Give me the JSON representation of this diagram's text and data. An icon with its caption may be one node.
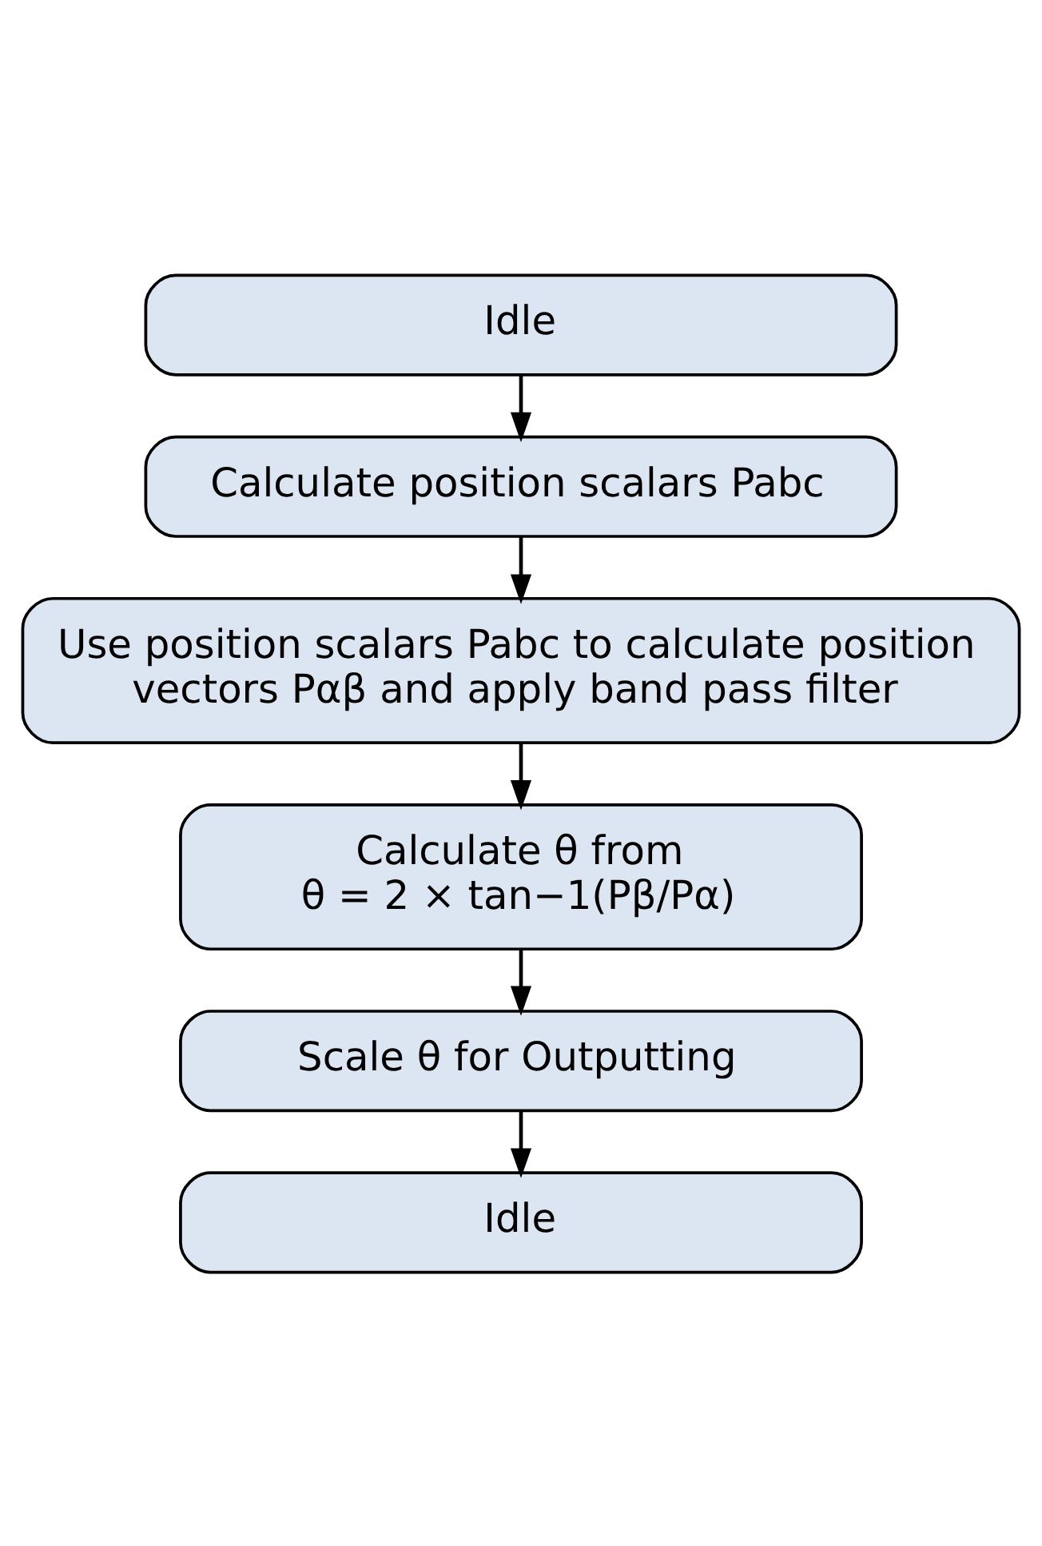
{
  "diagram": {
    "nodes": [
      {
        "text": [
          "Idle"
        ]
      },
      {
        "text": [
          "Calculate position scalars Pabc"
        ]
      },
      {
        "text": [
          "Use position scalars Pabc to calculate position vectors Pαβ and apply band pass filter"
        ]
      },
      {
        "text": [
          "Calculate θ from",
          "θ = 2 × tan−1(Pβ/Pα)"
        ]
      },
      {
        "text": [
          "Scale θ for Outputting"
        ]
      },
      {
        "text": [
          "Idle"
        ]
      }
    ],
    "edges": [
      {
        "from": 0,
        "to": 1,
        "arrow": "to"
      },
      {
        "from": 1,
        "to": 2,
        "arrow": "to"
      },
      {
        "from": 2,
        "to": 3,
        "arrow": "to"
      },
      {
        "from": 3,
        "to": 4,
        "arrow": "to"
      },
      {
        "from": 4,
        "to": 5,
        "arrow": "to"
      }
    ]
  }
}
